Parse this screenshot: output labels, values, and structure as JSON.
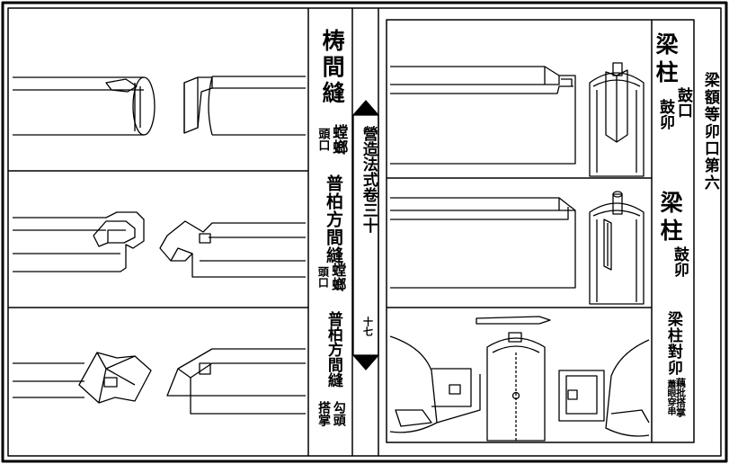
{
  "book": {
    "spine_title": "營造法式卷三十",
    "spine_page": "十七"
  },
  "left_page": {
    "panels": [
      {
        "title_main": "梼間縫",
        "title_sub_a": "螳螂",
        "title_sub_b": "頭口"
      },
      {
        "title_main": "普柏方間縫",
        "title_sub_a": "螳螂",
        "title_sub_b": "頭口"
      },
      {
        "title_main": "普柏方間縫",
        "title_sub_a": "勾頭",
        "title_sub_b": "搭掌"
      }
    ]
  },
  "right_page": {
    "section_title": "梁額等卯口第六",
    "panels": [
      {
        "title_main": "梁柱",
        "title_sub_a": "鼓卯",
        "title_sub_b": "鼓口"
      },
      {
        "title_main": "梁柱",
        "title_sub_a": "鼓卯",
        "title_sub_b": ""
      },
      {
        "title_main": "梁柱對卯",
        "title_sub_a": "藕批搭掌",
        "title_sub_b": "蕭眼穿串"
      }
    ]
  },
  "colors": {
    "ink": "#000000",
    "paper": "#ffffff"
  }
}
